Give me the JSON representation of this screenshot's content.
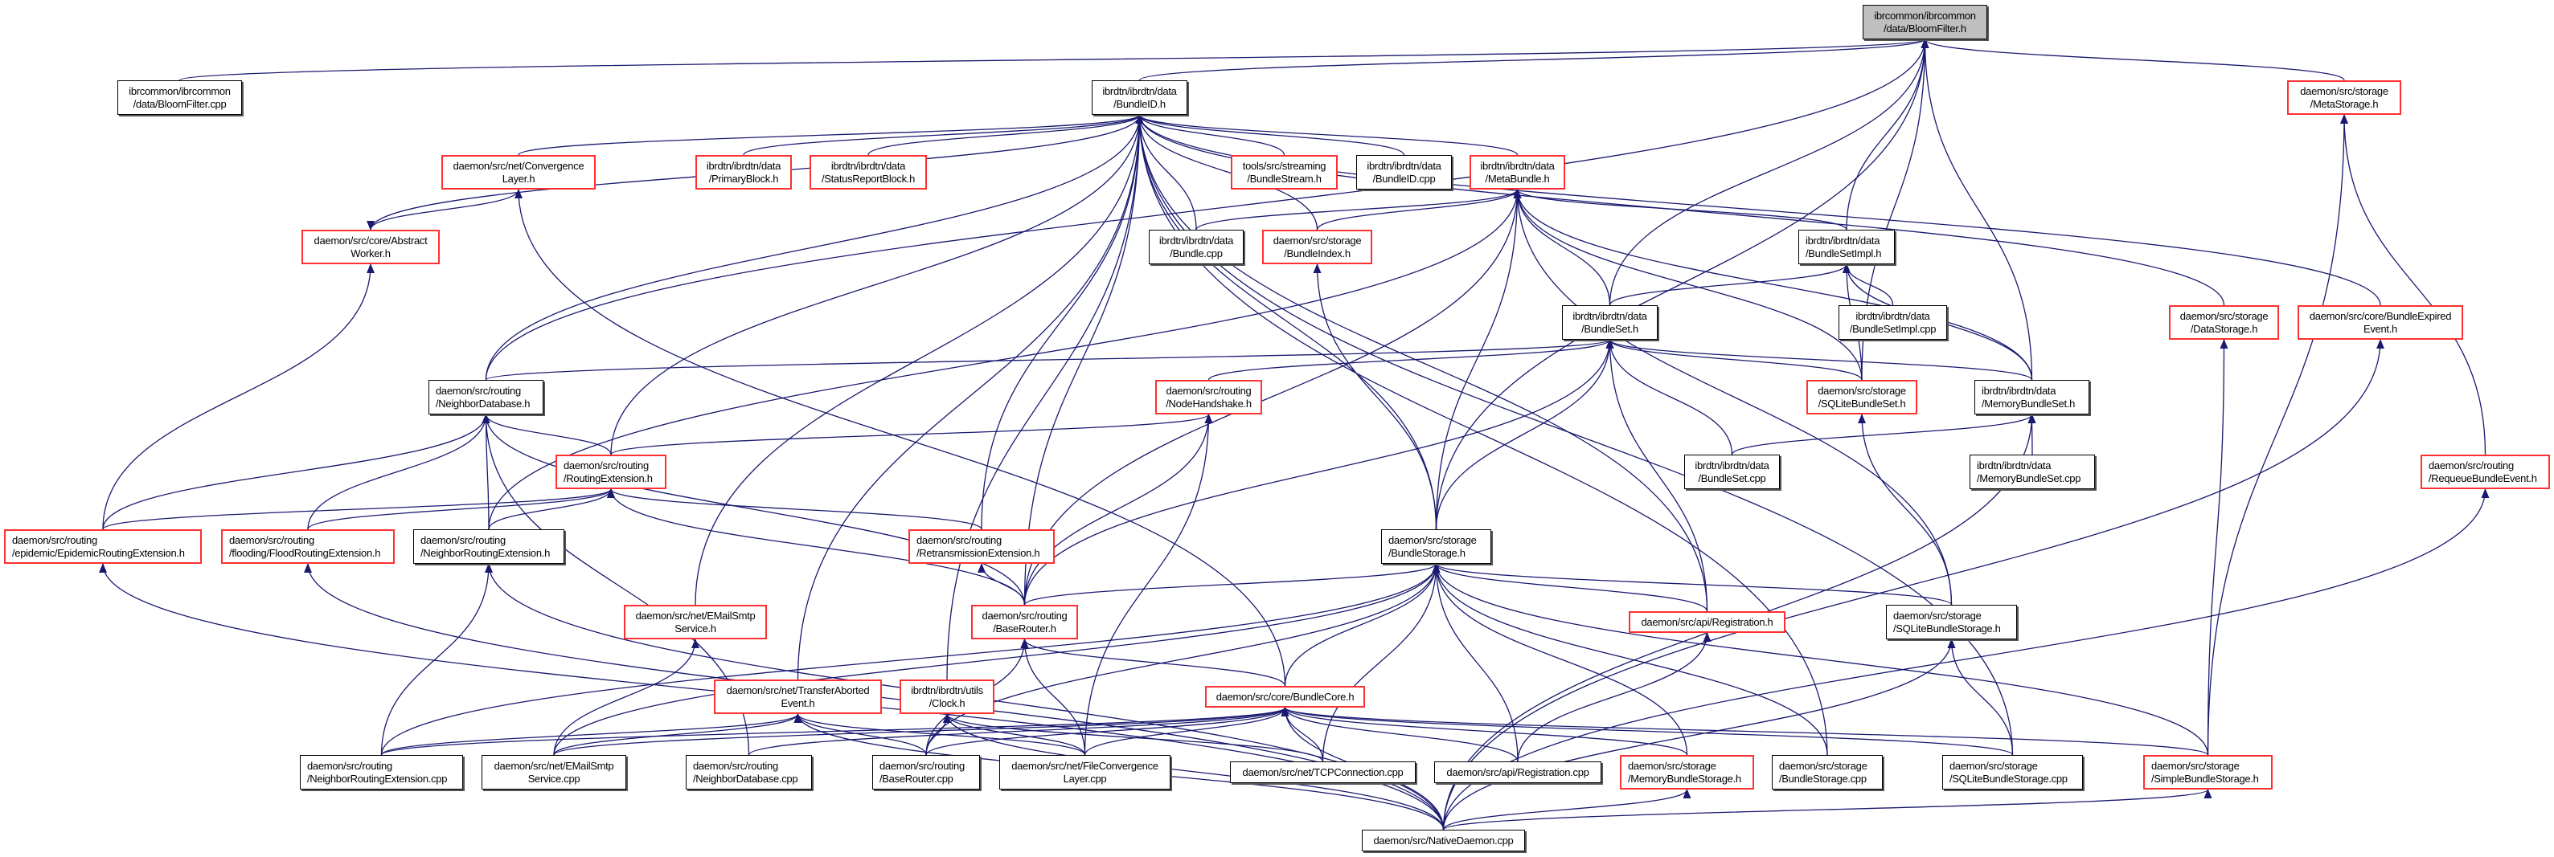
{
  "title": "Include dependency graph for ibrcommon/ibrcommon/data/BloomFilter.h",
  "colors": {
    "edge": "#191970",
    "red_border": "#ff3030",
    "root_fill": "#bfbfbf"
  },
  "nodes": [
    {
      "id": "bloomfilter_h",
      "label": "ibrcommon/ibrcommon\n/data/BloomFilter.h",
      "style": "root"
    },
    {
      "id": "bloomfilter_cpp",
      "label": "ibrcommon/ibrcommon\n/data/BloomFilter.cpp",
      "style": "normal"
    },
    {
      "id": "bundleid_h",
      "label": "ibrdtn/ibrdtn/data\n/BundleID.h",
      "style": "normal"
    },
    {
      "id": "metastorage_h",
      "label": "daemon/src/storage\n/MetaStorage.h",
      "style": "red"
    },
    {
      "id": "convergencelayer_h",
      "label": "daemon/src/net/Convergence\nLayer.h",
      "style": "red"
    },
    {
      "id": "primaryblock_h",
      "label": "ibrdtn/ibrdtn/data\n/PrimaryBlock.h",
      "style": "red"
    },
    {
      "id": "statusreportblock_h",
      "label": "ibrdtn/ibrdtn/data\n/StatusReportBlock.h",
      "style": "red"
    },
    {
      "id": "bundlestream_h",
      "label": "tools/src/streaming\n/BundleStream.h",
      "style": "red"
    },
    {
      "id": "bundleid_cpp",
      "label": "ibrdtn/ibrdtn/data\n/BundleID.cpp",
      "style": "normal"
    },
    {
      "id": "metabundle_h",
      "label": "ibrdtn/ibrdtn/data\n/MetaBundle.h",
      "style": "red"
    },
    {
      "id": "abstractworker_h",
      "label": "daemon/src/core/Abstract\nWorker.h",
      "style": "red"
    },
    {
      "id": "bundle_cpp",
      "label": "ibrdtn/ibrdtn/data\n/Bundle.cpp",
      "style": "normal"
    },
    {
      "id": "bundleindex_h",
      "label": "daemon/src/storage\n/BundleIndex.h",
      "style": "red"
    },
    {
      "id": "bundlesetimpl_h",
      "label": "ibrdtn/ibrdtn/data\n/BundleSetImpl.h",
      "style": "normal"
    },
    {
      "id": "bundleset_h",
      "label": "ibrdtn/ibrdtn/data\n/BundleSet.h",
      "style": "normal"
    },
    {
      "id": "bundlesetimpl_cpp",
      "label": "ibrdtn/ibrdtn/data\n/BundleSetImpl.cpp",
      "style": "normal"
    },
    {
      "id": "datastorage_h",
      "label": "daemon/src/storage\n/DataStorage.h",
      "style": "red"
    },
    {
      "id": "bundleexpiredevent_h",
      "label": "daemon/src/core/BundleExpired\nEvent.h",
      "style": "red"
    },
    {
      "id": "neighbordatabase_h",
      "label": "daemon/src/routing\n/NeighborDatabase.h",
      "style": "normal"
    },
    {
      "id": "nodehandshake_h",
      "label": "daemon/src/routing\n/NodeHandshake.h",
      "style": "red"
    },
    {
      "id": "sqlitebundleset_h",
      "label": "daemon/src/storage\n/SQLiteBundleSet.h",
      "style": "red"
    },
    {
      "id": "memorybundleset_h",
      "label": "ibrdtn/ibrdtn/data\n/MemoryBundleSet.h",
      "style": "normal"
    },
    {
      "id": "routingextension_h",
      "label": "daemon/src/routing\n/RoutingExtension.h",
      "style": "red"
    },
    {
      "id": "bundleset_cpp",
      "label": "ibrdtn/ibrdtn/data\n/BundleSet.cpp",
      "style": "normal"
    },
    {
      "id": "memorybundleset_cpp",
      "label": "ibrdtn/ibrdtn/data\n/MemoryBundleSet.cpp",
      "style": "normal"
    },
    {
      "id": "requeuebundleevent_h",
      "label": "daemon/src/routing\n/RequeueBundleEvent.h",
      "style": "red"
    },
    {
      "id": "epidemic_h",
      "label": "daemon/src/routing\n/epidemic/EpidemicRoutingExtension.h",
      "style": "red"
    },
    {
      "id": "flood_h",
      "label": "daemon/src/routing\n/flooding/FloodRoutingExtension.h",
      "style": "red"
    },
    {
      "id": "neighborroutingext_h",
      "label": "daemon/src/routing\n/NeighborRoutingExtension.h",
      "style": "normal"
    },
    {
      "id": "retransmissionext_h",
      "label": "daemon/src/routing\n/RetransmissionExtension.h",
      "style": "red"
    },
    {
      "id": "bundlestorage_h",
      "label": "daemon/src/storage\n/BundleStorage.h",
      "style": "normal"
    },
    {
      "id": "emailsmtpservice_h",
      "label": "daemon/src/net/EMailSmtp\nService.h",
      "style": "red"
    },
    {
      "id": "baserouter_h",
      "label": "daemon/src/routing\n/BaseRouter.h",
      "style": "red"
    },
    {
      "id": "registration_h",
      "label": "daemon/src/api/Registration.h",
      "style": "red"
    },
    {
      "id": "sqlitebundlestorage_h",
      "label": "daemon/src/storage\n/SQLiteBundleStorage.h",
      "style": "normal"
    },
    {
      "id": "transferaborted_h",
      "label": "daemon/src/net/TransferAborted\nEvent.h",
      "style": "red"
    },
    {
      "id": "clock_h",
      "label": "ibrdtn/ibrdtn/utils\n/Clock.h",
      "style": "red"
    },
    {
      "id": "bundlecore_h",
      "label": "daemon/src/core/BundleCore.h",
      "style": "red"
    },
    {
      "id": "neighborroutingext_cpp",
      "label": "daemon/src/routing\n/NeighborRoutingExtension.cpp",
      "style": "normal"
    },
    {
      "id": "emailsmtpservice_cpp",
      "label": "daemon/src/net/EMailSmtp\nService.cpp",
      "style": "normal"
    },
    {
      "id": "neighbordatabase_cpp",
      "label": "daemon/src/routing\n/NeighborDatabase.cpp",
      "style": "normal"
    },
    {
      "id": "baserouter_cpp",
      "label": "daemon/src/routing\n/BaseRouter.cpp",
      "style": "normal"
    },
    {
      "id": "fileconvergence_cpp",
      "label": "daemon/src/net/FileConvergence\nLayer.cpp",
      "style": "normal"
    },
    {
      "id": "tcpconnection_cpp",
      "label": "daemon/src/net/TCPConnection.cpp",
      "style": "normal"
    },
    {
      "id": "registration_cpp",
      "label": "daemon/src/api/Registration.cpp",
      "style": "normal"
    },
    {
      "id": "memorybundlestorage_h",
      "label": "daemon/src/storage\n/MemoryBundleStorage.h",
      "style": "red"
    },
    {
      "id": "bundlestorage_cpp",
      "label": "daemon/src/storage\n/BundleStorage.cpp",
      "style": "normal"
    },
    {
      "id": "sqlitebundlestorage_cpp",
      "label": "daemon/src/storage\n/SQLiteBundleStorage.cpp",
      "style": "normal"
    },
    {
      "id": "simplebundlestorage_h",
      "label": "daemon/src/storage\n/SimpleBundleStorage.h",
      "style": "red"
    },
    {
      "id": "nativedaemon_cpp",
      "label": "daemon/src/NativeDaemon.cpp",
      "style": "normal"
    }
  ],
  "edges": [
    [
      "bloomfilter_cpp",
      "bloomfilter_h"
    ],
    [
      "bundleid_h",
      "bloomfilter_h"
    ],
    [
      "metastorage_h",
      "bloomfilter_h"
    ],
    [
      "neighbordatabase_h",
      "bloomfilter_h"
    ],
    [
      "bundleset_h",
      "bloomfilter_h"
    ],
    [
      "bundlestorage_h",
      "bloomfilter_h"
    ],
    [
      "bundlesetimpl_h",
      "bloomfilter_h"
    ],
    [
      "sqlitebundleset_h",
      "bloomfilter_h"
    ],
    [
      "memorybundleset_h",
      "bloomfilter_h"
    ],
    [
      "primaryblock_h",
      "bundleid_h"
    ],
    [
      "statusreportblock_h",
      "bundleid_h"
    ],
    [
      "bundlestream_h",
      "bundleid_h"
    ],
    [
      "bundleid_cpp",
      "bundleid_h"
    ],
    [
      "metabundle_h",
      "bundleid_h"
    ],
    [
      "bundle_cpp",
      "bundleid_h"
    ],
    [
      "bundleindex_h",
      "bundleid_h"
    ],
    [
      "abstractworker_h",
      "bundleid_h"
    ],
    [
      "convergencelayer_h",
      "bundleid_h"
    ],
    [
      "neighbordatabase_h",
      "bundleid_h"
    ],
    [
      "routingextension_h",
      "bundleid_h"
    ],
    [
      "emailsmtpservice_h",
      "bundleid_h"
    ],
    [
      "transferaborted_h",
      "bundleid_h"
    ],
    [
      "clock_h",
      "bundleid_h"
    ],
    [
      "baserouter_h",
      "bundleid_h"
    ],
    [
      "retransmissionext_h",
      "bundleid_h"
    ],
    [
      "bundlestorage_h",
      "bundleid_h"
    ],
    [
      "registration_h",
      "bundleid_h"
    ],
    [
      "datastorage_h",
      "bundleid_h"
    ],
    [
      "bundleexpiredevent_h",
      "bundleid_h"
    ],
    [
      "sqlitebundlestorage_cpp",
      "bundleid_h"
    ],
    [
      "bundlestorage_cpp",
      "bundleid_h"
    ],
    [
      "convergencelayer_h",
      "abstractworker_h"
    ],
    [
      "epidemic_h",
      "abstractworker_h"
    ],
    [
      "bundlecore_h",
      "convergencelayer_h"
    ],
    [
      "bundle_cpp",
      "metabundle_h"
    ],
    [
      "bundleindex_h",
      "metabundle_h"
    ],
    [
      "bundleset_h",
      "metabundle_h"
    ],
    [
      "bundlesetimpl_h",
      "metabundle_h"
    ],
    [
      "sqlitebundleset_h",
      "metabundle_h"
    ],
    [
      "memorybundleset_h",
      "metabundle_h"
    ],
    [
      "bundlestorage_h",
      "metabundle_h"
    ],
    [
      "baserouter_h",
      "metabundle_h"
    ],
    [
      "neighborroutingext_h",
      "metabundle_h"
    ],
    [
      "sqlitebundlestorage_h",
      "metabundle_h"
    ],
    [
      "bundlestorage_h",
      "bundleindex_h"
    ],
    [
      "bundleset_h",
      "bundlesetimpl_h"
    ],
    [
      "bundlesetimpl_cpp",
      "bundlesetimpl_h"
    ],
    [
      "sqlitebundleset_h",
      "bundlesetimpl_h"
    ],
    [
      "memorybundleset_h",
      "bundlesetimpl_h"
    ],
    [
      "neighbordatabase_h",
      "bundleset_h"
    ],
    [
      "nodehandshake_h",
      "bundleset_h"
    ],
    [
      "sqlitebundleset_h",
      "bundleset_h"
    ],
    [
      "memorybundleset_h",
      "bundleset_h"
    ],
    [
      "bundleset_cpp",
      "bundleset_h"
    ],
    [
      "bundlestorage_h",
      "bundleset_h"
    ],
    [
      "registration_h",
      "bundleset_h"
    ],
    [
      "baserouter_h",
      "bundleset_h"
    ],
    [
      "bundleset_cpp",
      "memorybundleset_h"
    ],
    [
      "memorybundleset_cpp",
      "memorybundleset_h"
    ],
    [
      "nativedaemon_cpp",
      "memorybundleset_h"
    ],
    [
      "sqlitebundlestorage_h",
      "sqlitebundleset_h"
    ],
    [
      "epidemic_h",
      "neighbordatabase_h"
    ],
    [
      "flood_h",
      "neighbordatabase_h"
    ],
    [
      "neighborroutingext_h",
      "neighbordatabase_h"
    ],
    [
      "routingextension_h",
      "neighbordatabase_h"
    ],
    [
      "baserouter_h",
      "neighbordatabase_h"
    ],
    [
      "neighbordatabase_cpp",
      "neighbordatabase_h"
    ],
    [
      "routingextension_h",
      "nodehandshake_h"
    ],
    [
      "baserouter_h",
      "nodehandshake_h"
    ],
    [
      "fileconvergence_cpp",
      "nodehandshake_h"
    ],
    [
      "epidemic_h",
      "routingextension_h"
    ],
    [
      "flood_h",
      "routingextension_h"
    ],
    [
      "neighborroutingext_h",
      "routingextension_h"
    ],
    [
      "retransmissionext_h",
      "routingextension_h"
    ],
    [
      "baserouter_h",
      "routingextension_h"
    ],
    [
      "neighborroutingext_cpp",
      "neighborroutingext_h"
    ],
    [
      "nativedaemon_cpp",
      "neighborroutingext_h"
    ],
    [
      "nativedaemon_cpp",
      "epidemic_h"
    ],
    [
      "nativedaemon_cpp",
      "flood_h"
    ],
    [
      "baserouter_h",
      "retransmissionext_h"
    ],
    [
      "baserouter_h",
      "bundlestorage_h"
    ],
    [
      "registration_h",
      "bundlestorage_h"
    ],
    [
      "sqlitebundlestorage_h",
      "bundlestorage_h"
    ],
    [
      "bundlecore_h",
      "bundlestorage_h"
    ],
    [
      "memorybundlestorage_h",
      "bundlestorage_h"
    ],
    [
      "bundlestorage_cpp",
      "bundlestorage_h"
    ],
    [
      "simplebundlestorage_h",
      "bundlestorage_h"
    ],
    [
      "tcpconnection_cpp",
      "bundlestorage_h"
    ],
    [
      "registration_cpp",
      "bundlestorage_h"
    ],
    [
      "neighborroutingext_cpp",
      "bundlestorage_h"
    ],
    [
      "emailsmtpservice_cpp",
      "bundlestorage_h"
    ],
    [
      "baserouter_cpp",
      "bundlestorage_h"
    ],
    [
      "emailsmtpservice_cpp",
      "emailsmtpservice_h"
    ],
    [
      "bundlecore_h",
      "baserouter_h"
    ],
    [
      "baserouter_cpp",
      "baserouter_h"
    ],
    [
      "fileconvergence_cpp",
      "baserouter_h"
    ],
    [
      "registration_cpp",
      "registration_h"
    ],
    [
      "sqlitebundlestorage_cpp",
      "sqlitebundlestorage_h"
    ],
    [
      "nativedaemon_cpp",
      "sqlitebundlestorage_h"
    ],
    [
      "neighborroutingext_cpp",
      "transferaborted_h"
    ],
    [
      "emailsmtpservice_cpp",
      "transferaborted_h"
    ],
    [
      "baserouter_cpp",
      "transferaborted_h"
    ],
    [
      "fileconvergence_cpp",
      "transferaborted_h"
    ],
    [
      "nativedaemon_cpp",
      "transferaborted_h"
    ],
    [
      "baserouter_cpp",
      "clock_h"
    ],
    [
      "fileconvergence_cpp",
      "clock_h"
    ],
    [
      "tcpconnection_cpp",
      "clock_h"
    ],
    [
      "nativedaemon_cpp",
      "clock_h"
    ],
    [
      "neighborroutingext_cpp",
      "bundlecore_h"
    ],
    [
      "emailsmtpservice_cpp",
      "bundlecore_h"
    ],
    [
      "neighbordatabase_cpp",
      "bundlecore_h"
    ],
    [
      "baserouter_cpp",
      "bundlecore_h"
    ],
    [
      "fileconvergence_cpp",
      "bundlecore_h"
    ],
    [
      "tcpconnection_cpp",
      "bundlecore_h"
    ],
    [
      "registration_cpp",
      "bundlecore_h"
    ],
    [
      "memorybundlestorage_h",
      "bundlecore_h"
    ],
    [
      "sqlitebundlestorage_cpp",
      "bundlecore_h"
    ],
    [
      "simplebundlestorage_h",
      "bundlecore_h"
    ],
    [
      "nativedaemon_cpp",
      "bundlecore_h"
    ],
    [
      "nativedaemon_cpp",
      "memorybundlestorage_h"
    ],
    [
      "nativedaemon_cpp",
      "simplebundlestorage_h"
    ],
    [
      "simplebundlestorage_h",
      "metastorage_h"
    ],
    [
      "simplebundlestorage_h",
      "datastorage_h"
    ],
    [
      "nativedaemon_cpp",
      "bundleexpiredevent_h"
    ],
    [
      "nativedaemon_cpp",
      "requeuebundleevent_h"
    ],
    [
      "requeuebundleevent_h",
      "metastorage_h"
    ]
  ]
}
